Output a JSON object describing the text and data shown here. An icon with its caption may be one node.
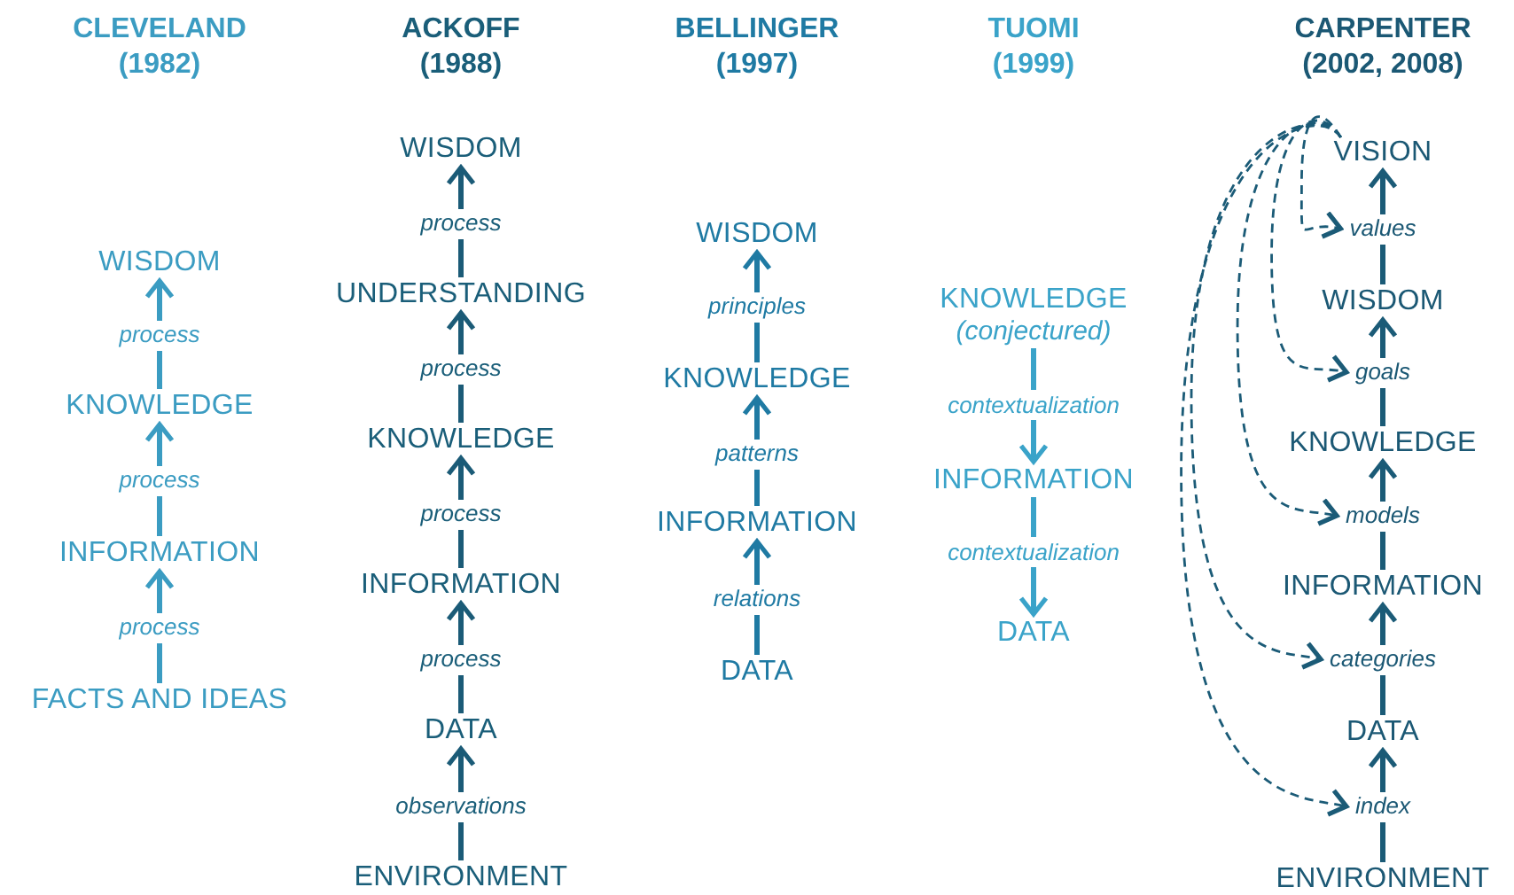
{
  "diagram": {
    "nodes": [
      {
        "text": [
          "WISDOM"
        ]
      },
      {
        "text": [
          "process"
        ]
      },
      {
        "text": [
          "KNOWLEDGE"
        ]
      },
      {
        "text": [
          "process"
        ]
      },
      {
        "text": [
          "INFORMATION"
        ]
      },
      {
        "text": [
          "process"
        ]
      },
      {
        "text": [
          "FACTS AND IDEAS"
        ]
      },
      {
        "text": [
          "WISDOM"
        ]
      },
      {
        "text": [
          "process"
        ]
      },
      {
        "text": [
          "UNDERSTANDING"
        ]
      },
      {
        "text": [
          "process"
        ]
      },
      {
        "text": [
          "KNOWLEDGE"
        ]
      },
      {
        "text": [
          "process"
        ]
      },
      {
        "text": [
          "INFORMATION"
        ]
      },
      {
        "text": [
          "process"
        ]
      },
      {
        "text": [
          "DATA"
        ]
      },
      {
        "text": [
          "observations"
        ]
      },
      {
        "text": [
          "ENVIRONMENT"
        ]
      },
      {
        "text": [
          "WISDOM"
        ]
      },
      {
        "text": [
          "principles"
        ]
      },
      {
        "text": [
          "KNOWLEDGE"
        ]
      },
      {
        "text": [
          "patterns"
        ]
      },
      {
        "text": [
          "INFORMATION"
        ]
      },
      {
        "text": [
          "relations"
        ]
      },
      {
        "text": [
          "DATA"
        ]
      },
      {
        "text": [
          "KNOWLEDGE",
          "(conjectured)"
        ]
      },
      {
        "text": [
          "contextualization"
        ]
      },
      {
        "text": [
          "INFORMATION"
        ]
      },
      {
        "text": [
          "contextualization"
        ]
      },
      {
        "text": [
          "DATA"
        ]
      },
      {
        "text": [
          "VISION"
        ]
      },
      {
        "text": [
          "values"
        ]
      },
      {
        "text": [
          "WISDOM"
        ]
      },
      {
        "text": [
          "goals"
        ]
      },
      {
        "text": [
          "KNOWLEDGE"
        ]
      },
      {
        "text": [
          "models"
        ]
      },
      {
        "text": [
          "INFORMATION"
        ]
      },
      {
        "text": [
          "categories"
        ]
      },
      {
        "text": [
          "DATA"
        ]
      },
      {
        "text": [
          "index"
        ]
      },
      {
        "text": [
          "ENVIRONMENT"
        ]
      }
    ],
    "edges": [
      {
        "from": 2,
        "to": 1,
        "arrow": "none",
        "color": "#3b9cc2"
      },
      {
        "from": 1,
        "to": 0,
        "arrow": "to",
        "color": "#3b9cc2"
      },
      {
        "from": 4,
        "to": 3,
        "arrow": "none",
        "color": "#3b9cc2"
      },
      {
        "from": 3,
        "to": 2,
        "arrow": "to",
        "color": "#3b9cc2"
      },
      {
        "from": 6,
        "to": 5,
        "arrow": "none",
        "color": "#3b9cc2"
      },
      {
        "from": 5,
        "to": 4,
        "arrow": "to",
        "color": "#3b9cc2"
      },
      {
        "from": 9,
        "to": 8,
        "arrow": "none"
      },
      {
        "from": 8,
        "to": 7,
        "arrow": "to"
      },
      {
        "from": 11,
        "to": 10,
        "arrow": "none"
      },
      {
        "from": 10,
        "to": 9,
        "arrow": "to"
      },
      {
        "from": 13,
        "to": 12,
        "arrow": "none"
      },
      {
        "from": 12,
        "to": 11,
        "arrow": "to"
      },
      {
        "from": 15,
        "to": 14,
        "arrow": "none"
      },
      {
        "from": 14,
        "to": 13,
        "arrow": "to"
      },
      {
        "from": 17,
        "to": 16,
        "arrow": "none"
      },
      {
        "from": 16,
        "to": 15,
        "arrow": "to"
      },
      {
        "from": 20,
        "to": 19,
        "arrow": "none",
        "color": "#1f7aa3"
      },
      {
        "from": 19,
        "to": 18,
        "arrow": "to",
        "color": "#1f7aa3"
      },
      {
        "from": 22,
        "to": 21,
        "arrow": "none",
        "color": "#1f7aa3"
      },
      {
        "from": 21,
        "to": 20,
        "arrow": "to",
        "color": "#1f7aa3"
      },
      {
        "from": 24,
        "to": 23,
        "arrow": "none",
        "color": "#1f7aa3"
      },
      {
        "from": 23,
        "to": 22,
        "arrow": "to",
        "color": "#1f7aa3"
      },
      {
        "from": 25,
        "to": 26,
        "arrow": "none",
        "color": "#3aa3c9"
      },
      {
        "from": 26,
        "to": 27,
        "arrow": "to",
        "color": "#3aa3c9"
      },
      {
        "from": 27,
        "to": 28,
        "arrow": "none",
        "color": "#3aa3c9"
      },
      {
        "from": 28,
        "to": 29,
        "arrow": "to",
        "color": "#3aa3c9"
      },
      {
        "from": 32,
        "to": 31,
        "arrow": "none"
      },
      {
        "from": 31,
        "to": 30,
        "arrow": "to"
      },
      {
        "from": 34,
        "to": 33,
        "arrow": "none"
      },
      {
        "from": 33,
        "to": 32,
        "arrow": "to"
      },
      {
        "from": 36,
        "to": 35,
        "arrow": "none"
      },
      {
        "from": 35,
        "to": 34,
        "arrow": "to"
      },
      {
        "from": 38,
        "to": 37,
        "arrow": "none"
      },
      {
        "from": 37,
        "to": 36,
        "arrow": "to"
      },
      {
        "from": 40,
        "to": 39,
        "arrow": "none"
      },
      {
        "from": 39,
        "to": 38,
        "arrow": "to"
      },
      {
        "from": 30,
        "to": 31,
        "arrow": "to",
        "style": "dashed"
      },
      {
        "from": 30,
        "to": 33,
        "arrow": "to",
        "style": "dashed"
      },
      {
        "from": 30,
        "to": 35,
        "arrow": "to",
        "style": "dashed"
      },
      {
        "from": 30,
        "to": 37,
        "arrow": "to",
        "style": "dashed"
      },
      {
        "from": 30,
        "to": 39,
        "arrow": "to",
        "style": "dashed"
      }
    ],
    "labels": [
      "CLEVELAND (1982)",
      "ACKOFF (1988)",
      "BELLINGER (1997)",
      "TUOMI (1999)",
      "CARPENTER (2002, 2008)"
    ]
  }
}
